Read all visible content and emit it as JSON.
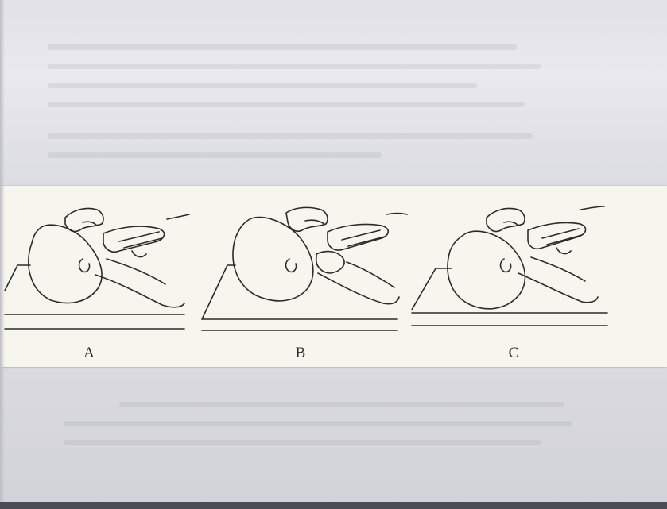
{
  "figure": {
    "panels": [
      {
        "id": "A",
        "label": "A"
      },
      {
        "id": "B",
        "label": "B"
      },
      {
        "id": "C",
        "label": "C"
      }
    ]
  },
  "colors": {
    "strip_background": "#f6f6ef",
    "line_art": "#2a2a2a",
    "page_background": "#e6e6eb"
  }
}
